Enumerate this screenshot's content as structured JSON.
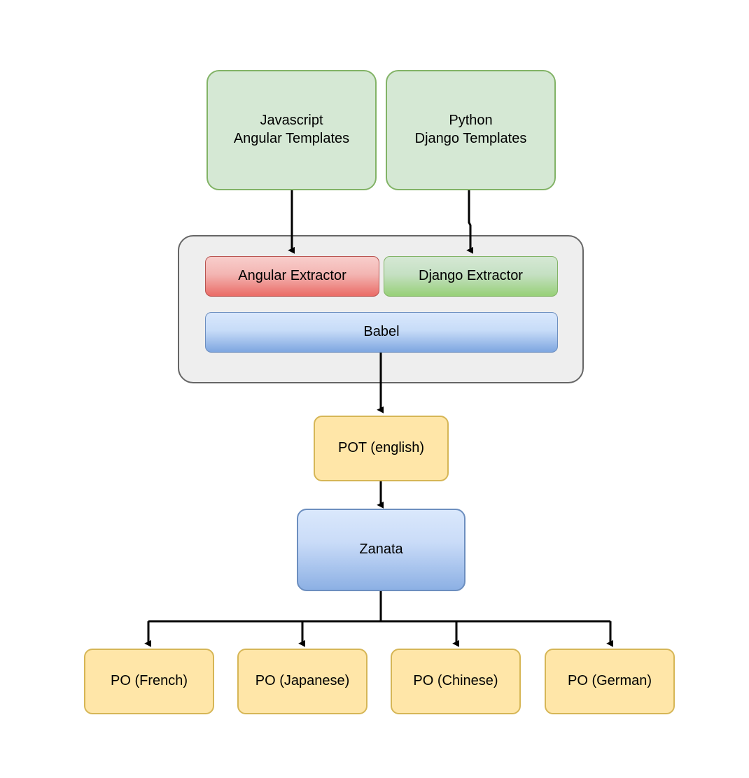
{
  "diagram": {
    "type": "flowchart",
    "title": "",
    "background": "#ffffff",
    "palette": {
      "green_fill": "#d5e8d4",
      "green_stroke": "#82b366",
      "red_fill": "#f8cecc",
      "red_stroke": "#b85450",
      "blue_fill": "#dae8fc",
      "blue_stroke": "#6c8ebf",
      "yellow_fill": "#ffe6a8",
      "yellow_stroke": "#d6b656",
      "group_fill": "#eeeeee",
      "group_stroke": "#666666",
      "edge_color": "#000000",
      "text_color": "#000000"
    },
    "sources": [
      {
        "id": "javascript",
        "label": "Javascript\nAngular Templates"
      },
      {
        "id": "python",
        "label": "Python\nDjango Templates"
      }
    ],
    "group": {
      "id": "extraction-group",
      "label": "",
      "children": [
        {
          "id": "angular-extractor",
          "label": "Angular Extractor"
        },
        {
          "id": "django-extractor",
          "label": "Django Extractor"
        },
        {
          "id": "babel",
          "label": "Babel"
        }
      ]
    },
    "pot": {
      "id": "pot",
      "label": "POT (english)"
    },
    "platform": {
      "id": "zanata",
      "label": "Zanata"
    },
    "outputs": [
      {
        "id": "po-french",
        "label": "PO (French)"
      },
      {
        "id": "po-japanese",
        "label": "PO (Japanese)"
      },
      {
        "id": "po-chinese",
        "label": "PO (Chinese)"
      },
      {
        "id": "po-german",
        "label": "PO (German)"
      }
    ],
    "edges": [
      {
        "from": "javascript",
        "to": "angular-extractor",
        "arrow": true
      },
      {
        "from": "python",
        "to": "django-extractor",
        "arrow": true
      },
      {
        "from": "babel",
        "to": "pot",
        "arrow": true
      },
      {
        "from": "pot",
        "to": "zanata",
        "arrow": true
      },
      {
        "from": "zanata",
        "to": "po-french",
        "arrow": true
      },
      {
        "from": "zanata",
        "to": "po-japanese",
        "arrow": true
      },
      {
        "from": "zanata",
        "to": "po-chinese",
        "arrow": true
      },
      {
        "from": "zanata",
        "to": "po-german",
        "arrow": true
      }
    ]
  }
}
